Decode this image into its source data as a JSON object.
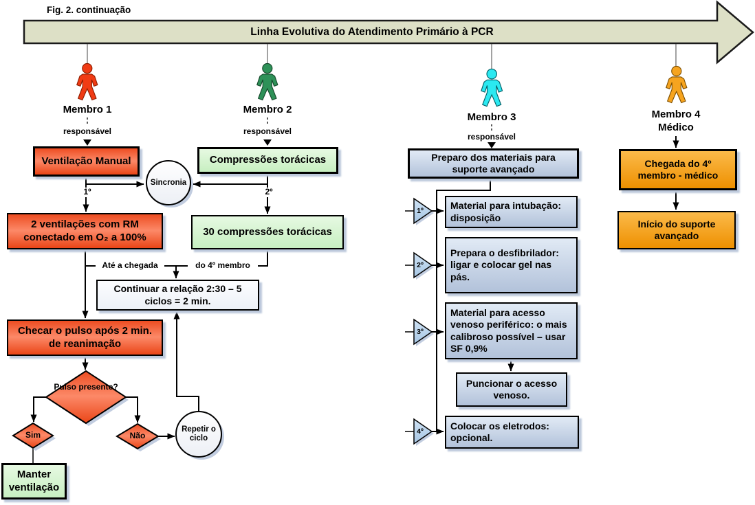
{
  "figure": {
    "caption": "Fig. 2. continuação"
  },
  "banner": {
    "title": "Linha Evolutiva do Atendimento Primário à PCR"
  },
  "colors": {
    "member1": "#f03b14",
    "member2": "#2e9158",
    "member3": "#2be9f1",
    "member4": "#f6a41f",
    "banner_fill": "#dde0c6",
    "shadow": "#bdc9dc"
  },
  "columns": {
    "member1": {
      "name": "Membro 1",
      "role": "responsável",
      "steps": {
        "ventilacao_manual": "Ventilação Manual",
        "ordem": "1º",
        "duas_ventilacoes": "2 ventilações com RM conectado em O₂ a 100%",
        "checar_pulso": "Checar o pulso após 2 min. de reanimação",
        "pulso_presente": "Pulso presente?",
        "sim": "Sim",
        "nao": "Não",
        "manter_ventilacao": "Manter ventilação"
      }
    },
    "member2": {
      "name": "Membro 2",
      "role": "responsável",
      "steps": {
        "compressoes": "Compressões torácicas",
        "ordem": "2º",
        "trinta_compressoes": "30 compressões torácicas"
      }
    },
    "shared": {
      "sincronia": "Sincronia",
      "ate_a_chegada": "Até a chegada",
      "do_4_membro": "do 4º membro",
      "continuar": "Continuar a relação 2:30 – 5 ciclos = 2 min.",
      "repetir_ciclo": "Repetir o ciclo"
    },
    "member3": {
      "name": "Membro 3",
      "role": "responsável",
      "header": "Preparo dos materiais para suporte avançado",
      "items": [
        {
          "ordem": "1º",
          "text": "Material para intubação: disposição"
        },
        {
          "ordem": "2º",
          "text": "Prepara o desfibrilador: ligar e colocar gel nas pás."
        },
        {
          "ordem": "3º",
          "text": "Material para acesso venoso periférico: o mais calibroso possível – usar SF 0,9%"
        },
        {
          "ordem": "4º",
          "text": "Colocar os eletrodos: opcional."
        }
      ],
      "puncionar": "Puncionar o acesso venoso."
    },
    "member4": {
      "name": "Membro 4",
      "subtitle": "Médico",
      "steps": {
        "chegada": "Chegada do 4º membro - médico",
        "inicio": "Início do suporte avançado"
      }
    }
  }
}
